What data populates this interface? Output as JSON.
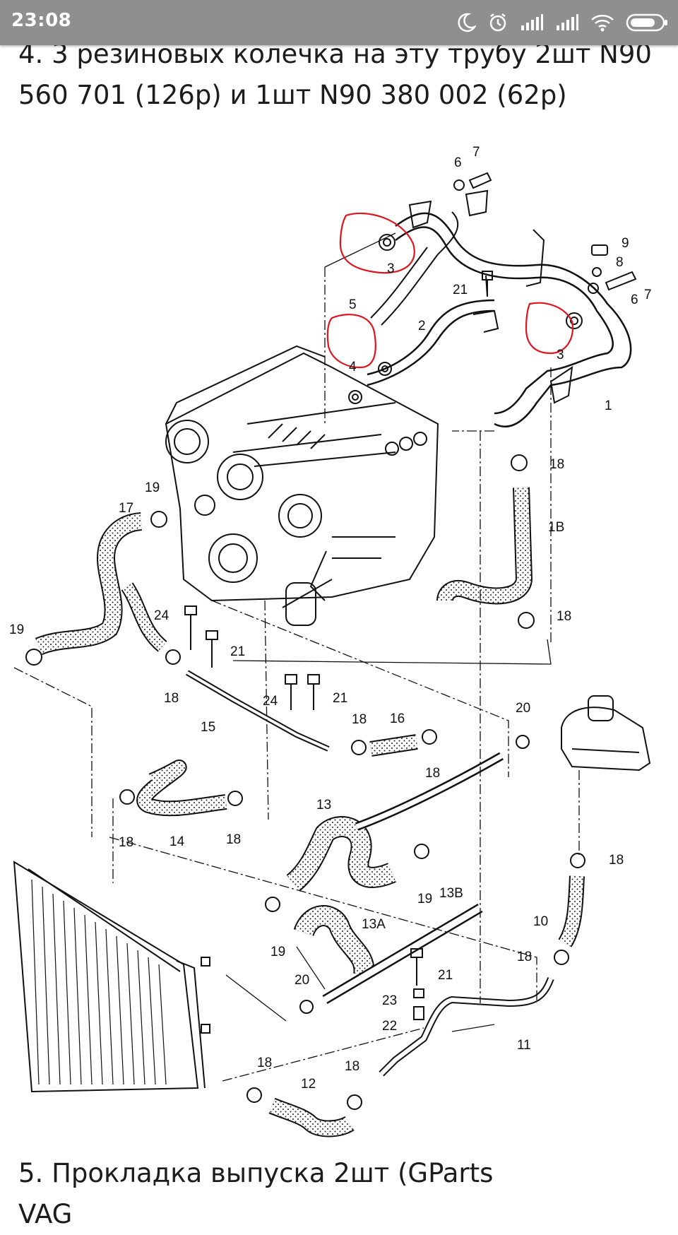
{
  "status_bar": {
    "time": "23:08",
    "icons": [
      "moon-icon",
      "alarm-icon",
      "signal-icon",
      "signal-icon",
      "wifi-icon",
      "battery-icon"
    ]
  },
  "article": {
    "text_top_line1": "4. 3 резиновых колечка на эту трубу 2шт N90",
    "text_top_line2": "560 701 (126р) и 1шт N90 380 002 (62р)",
    "text_bottom_line1": "5. Прокладка выпуска 2шт (GParts",
    "text_bottom_line2": "VAG"
  },
  "diagram": {
    "highlight_color": "#e0141e",
    "part_labels": {
      "p1": "1",
      "p1b": "1B",
      "p2": "2",
      "p3a": "3",
      "p3b": "3",
      "p4": "4",
      "p5": "5",
      "p6a": "6",
      "p6b": "6",
      "p7a": "7",
      "p7b": "7",
      "p8": "8",
      "p9": "9",
      "p10": "10",
      "p11": "11",
      "p12": "12",
      "p13": "13",
      "p13a": "13A",
      "p13b": "13B",
      "p14": "14",
      "p15": "15",
      "p16": "16",
      "p17": "17",
      "p18a": "18",
      "p18b": "18",
      "p18c": "18",
      "p18d": "18",
      "p18e": "18",
      "p18f": "18",
      "p18g": "18",
      "p18h": "18",
      "p18i": "18",
      "p18j": "18",
      "p18k": "18",
      "p19a": "19",
      "p19b": "19",
      "p19c": "19",
      "p19d": "19",
      "p20a": "20",
      "p20b": "20",
      "p21a": "21",
      "p21b": "21",
      "p21c": "21",
      "p21d": "21",
      "p22": "22",
      "p23": "23",
      "p24a": "24",
      "p24b": "24"
    }
  }
}
